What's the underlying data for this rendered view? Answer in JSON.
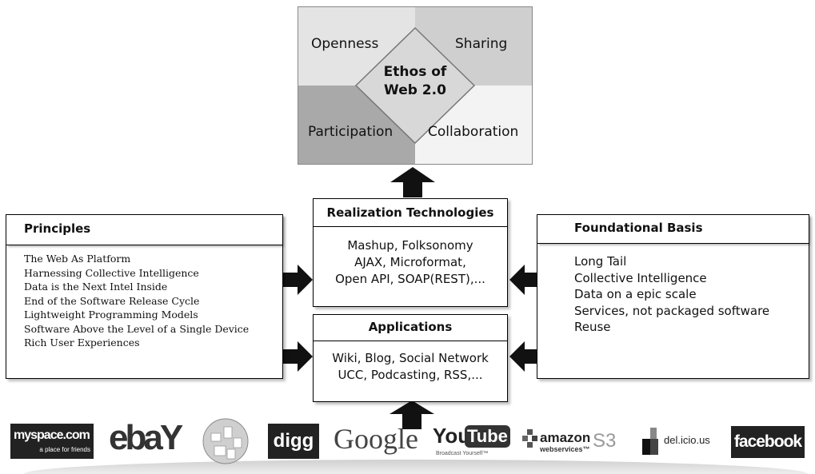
{
  "ethos": {
    "openness": "Openness",
    "sharing": "Sharing",
    "participation": "Participation",
    "collaboration": "Collaboration",
    "center_line1": "Ethos of",
    "center_line2": "Web 2.0"
  },
  "realization": {
    "title": "Realization Technologies",
    "lines": [
      "Mashup, Folksonomy",
      "AJAX, Microformat,",
      "Open API, SOAP(REST),..."
    ]
  },
  "applications": {
    "title": "Applications",
    "lines": [
      "Wiki, Blog, Social Network",
      "UCC, Podcasting, RSS,..."
    ]
  },
  "principles": {
    "title": "Principles",
    "items": [
      "The Web As Platform",
      "Harnessing Collective Intelligence",
      "Data is the Next Intel Inside",
      "End of the Software Release Cycle",
      "Lightweight Programming Models",
      "Software Above the Level of a Single Device",
      "Rich User Experiences"
    ]
  },
  "foundational": {
    "title": "Foundational Basis",
    "items": [
      "Long Tail",
      "Collective Intelligence",
      "Data on a epic scale",
      "Services, not packaged software",
      "Reuse"
    ]
  },
  "logos": {
    "myspace": "myspace.com",
    "myspace_tag": "a place for friends",
    "ebay": "ebaY",
    "digg": "digg",
    "google": "Google",
    "youtube_you": "You",
    "youtube_tube": "Tube",
    "youtube_tag": "Broadcast Yourself™",
    "amazon": "amazon",
    "amazon_sub": "webservices™",
    "amazon_s3": "S3",
    "delicious": "del.icio.us",
    "facebook": "facebook"
  }
}
